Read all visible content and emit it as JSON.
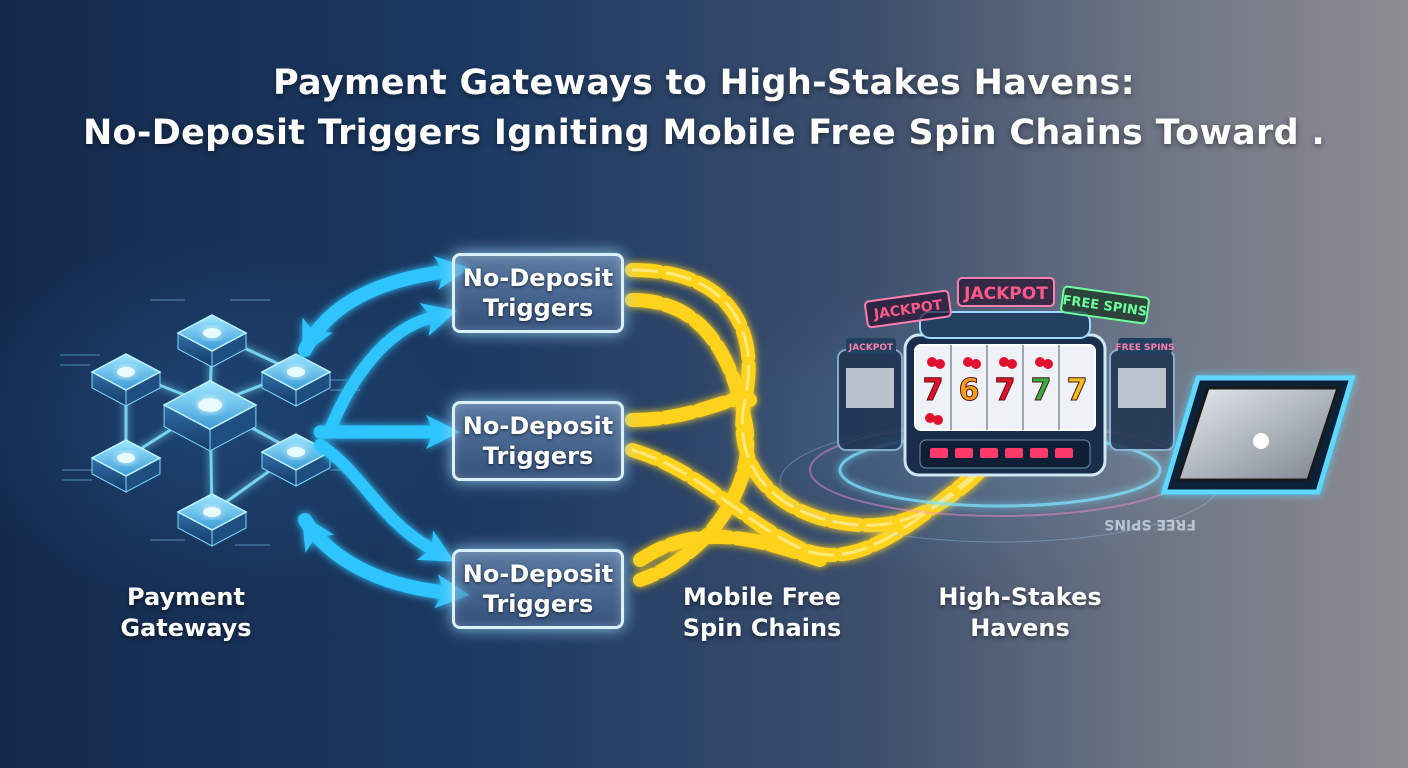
{
  "title": {
    "line1": "Payment Gateways to High-Stakes Havens:",
    "line2": "No-Deposit Triggers Igniting Mobile Free Spin Chains Toward ."
  },
  "triggers": [
    {
      "line1": "No-Deposit",
      "line2": "Triggers"
    },
    {
      "line1": "No-Deposit",
      "line2": "Triggers"
    },
    {
      "line1": "No-Deposit",
      "line2": "Triggers"
    }
  ],
  "labels": {
    "payment": {
      "line1": "Payment",
      "line2": "Gateways"
    },
    "chains": {
      "line1": "Mobile Free",
      "line2": "Spin Chains"
    },
    "havens": {
      "line1": "High-Stakes",
      "line2": "Havens"
    }
  },
  "casino": {
    "jackpot_center": "JACKPOT",
    "jackpot_left": "JACKPOT",
    "free_spins": "FREE SPINS",
    "jackpot_small": "JACKPOT",
    "free_spins_small": "FREE SPINS",
    "reel_symbols": [
      "7",
      "6",
      "7",
      "7",
      "7"
    ],
    "floor_text": "FREE SPINS"
  },
  "colors": {
    "arrow": "#2ec4ff",
    "chain": "#ffd21a",
    "box_border": "#d9f1ff",
    "node_glow": "#5fd8ff"
  },
  "icons": {
    "network": "server-network-icon",
    "slot": "slot-machine-icon",
    "device": "tablet-device-icon"
  }
}
